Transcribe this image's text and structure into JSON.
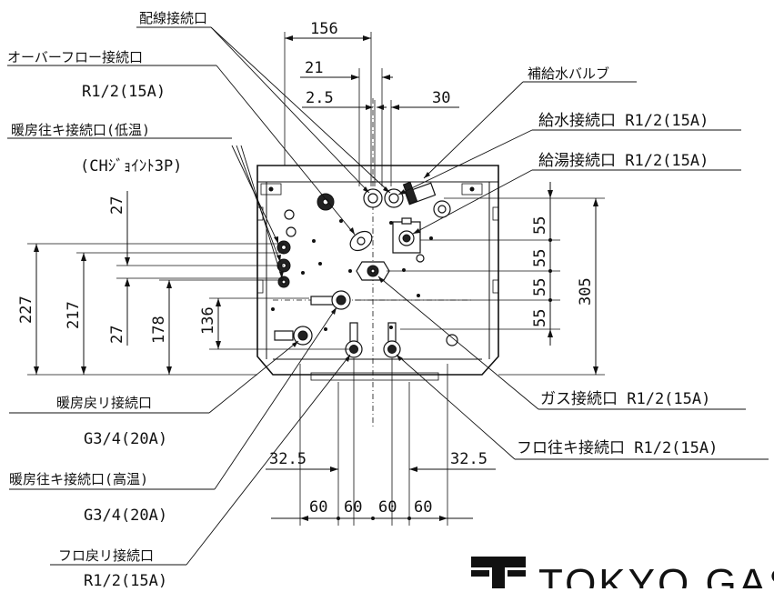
{
  "labels": {
    "wiring": "配線接続口",
    "overflow": "オーバーフロー接続口",
    "overflow_size": "R1/2(15A)",
    "heat_out_low": "暖房往キ接続口(低温)",
    "heat_out_low_sub": "(CHｼﾞｮｲﾝﾄ3P)",
    "makeup_valve": "補給水バルブ",
    "water_supply": "給水接続口 R1/2(15A)",
    "hot_water": "給湯接続口 R1/2(15A)",
    "heat_return": "暖房戻リ接続口",
    "heat_return_size": "G3/4(20A)",
    "heat_out_high": "暖房往キ接続口(高温)",
    "heat_out_high_size": "G3/4(20A)",
    "bath_return": "フロ戻リ接続口",
    "bath_return_size": "R1/2(15A)",
    "gas": "ガス接続口 R1/2(15A)",
    "bath_out": "フロ往キ接続口 R1/2(15A)"
  },
  "dimensions": {
    "d156": "156",
    "d21": "21",
    "d2_5": "2.5",
    "d30": "30",
    "d27_top": "27",
    "d27_bot": "27",
    "d227": "227",
    "d217": "217",
    "d178": "178",
    "d136": "136",
    "d305": "305",
    "d55_1": "55",
    "d55_2": "55",
    "d55_3": "55",
    "d55_4": "55",
    "d32_5_left": "32.5",
    "d32_5_right": "32.5",
    "d60_1": "60",
    "d60_2": "60",
    "d60_3": "60",
    "d60_4": "60"
  },
  "logo": {
    "text": "TOKYO GAS"
  }
}
